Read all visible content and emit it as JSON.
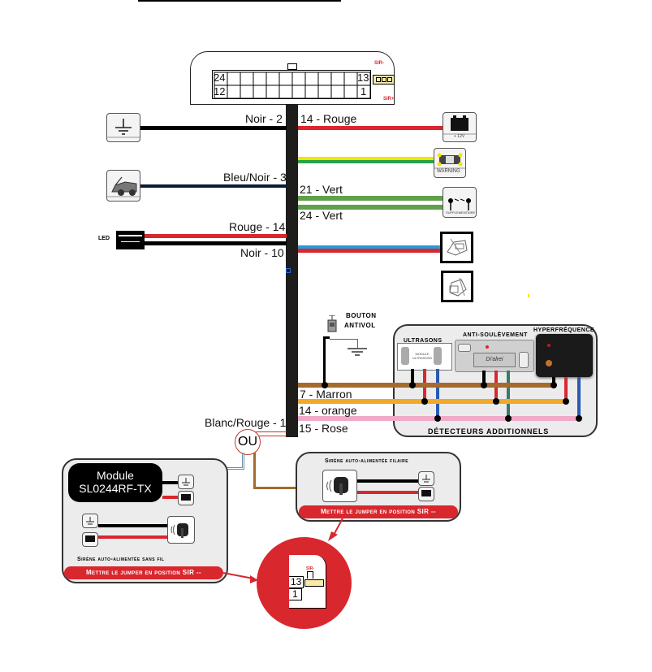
{
  "connector": {
    "pins_top_left": "24",
    "pins_bottom_left": "12",
    "pins_top_right": "13",
    "pins_bottom_right": "1",
    "jumper_top": "SIR-",
    "jumper_bottom": "SIR+"
  },
  "left_wires": [
    {
      "label": "Noir - 2",
      "color": "#000000",
      "icon": "ground-icon"
    },
    {
      "label": "Bleu/Noir - 3",
      "color": "#0d1a33",
      "icon": "car-hood-icon"
    },
    {
      "label": "Rouge - 14",
      "color": "#d9272e",
      "icon": "led-icon"
    },
    {
      "label": "Noir - 10",
      "color": "#000000",
      "icon": "led-icon"
    }
  ],
  "led_label": "LED",
  "right_wires": [
    {
      "label": "14 - Rouge",
      "color": "#d9272e",
      "icon": "battery-icon",
      "icon_caption": "+ 12V"
    },
    {
      "label": "",
      "colors": [
        "#f2e500",
        "#2aa14a"
      ],
      "icon": "warning-lights-icon",
      "icon_caption": "WARNING"
    },
    {
      "label": "21 - Vert",
      "color": "#5fa04a",
      "icon": "door-switch-icon",
      "icon_caption": "SUPPLEMENTAIRE"
    },
    {
      "label": "24 - Vert",
      "color": "#5fa04a"
    },
    {
      "label": "",
      "colors": [
        "#2a9ad8",
        "#d9272e"
      ],
      "icon": "actuator-icon"
    }
  ],
  "bottom_wires": [
    {
      "label": "7 - Marron",
      "color": "#a66a2c"
    },
    {
      "label": "14 - orange",
      "color": "#f2a82a"
    },
    {
      "label": "15 - Rose",
      "color": "#f0a9c8"
    }
  ],
  "blanc_rouge_label": "Blanc/Rouge - 1",
  "ou_label": "OU",
  "bouton": {
    "line1": "BOUTON",
    "line2": "ANTIVOL"
  },
  "detectors": {
    "title": "DÉTECTEURS ADDITIONNELS",
    "ultrasons": "ULTRASONS",
    "ultrasons_module_text": "MODULE ULTRASONS",
    "anti_soulevement": "ANTI-SOULÈVEMENT",
    "anti_soulevement_brand": "Di'alrei",
    "hyperfrequence": "HYPERFRÉQUENCE"
  },
  "wireless_panel": {
    "module_line1": "Module",
    "module_line2": "SL0244RF-TX",
    "title": "Sirène auto-alimentée sans fil",
    "jumper_note": "Mettre le jumper en position SIR --"
  },
  "wired_panel": {
    "title": "Sirène auto-alimentée filaire",
    "jumper_note": "Mettre le jumper en position SIR --"
  },
  "zoom_detail": {
    "pin_top": "13",
    "pin_bottom": "1",
    "jumper_label": "SIR-"
  },
  "colors": {
    "harness": "#1f1c1c",
    "red": "#d9272e",
    "panel_bg": "#ececec"
  }
}
